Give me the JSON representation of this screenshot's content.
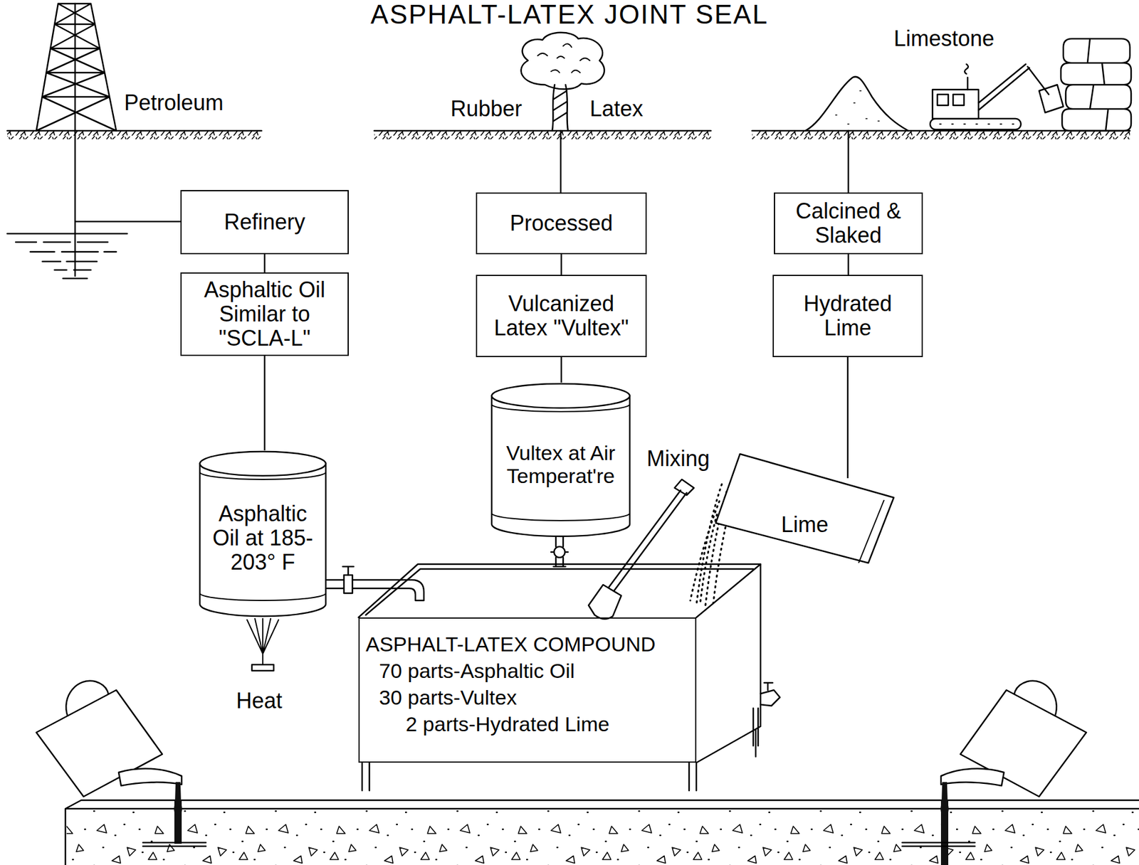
{
  "diagram": {
    "title": "ASPHALT-LATEX JOINT SEAL",
    "nodes": [
      {
        "text": [
          "Refinery"
        ]
      },
      {
        "text": [
          "Processed"
        ]
      },
      {
        "text": [
          "Calcined & Slaked"
        ]
      },
      {
        "text": [
          "Asphaltic Oil Similar to \"SCLA-L\""
        ]
      },
      {
        "text": [
          "Vulcanized Latex \"Vultex\""
        ]
      },
      {
        "text": [
          "Hydrated Lime"
        ]
      },
      {
        "text": [
          "Vultex at Air Temperat're"
        ]
      },
      {
        "text": [
          "Asphaltic Oil at 185-203° F"
        ]
      },
      {
        "text": [
          "Lime"
        ]
      },
      {
        "text": [
          "ASPHALT-LATEX COMPOUND",
          "70 parts-Asphaltic Oil",
          "30 parts-Vultex",
          "2 parts-Hydrated Lime"
        ]
      }
    ],
    "edges": [
      {
        "from": 0,
        "to": 3,
        "arrow": "none"
      },
      {
        "from": 1,
        "to": 4,
        "arrow": "none"
      },
      {
        "from": 2,
        "to": 5,
        "arrow": "none"
      },
      {
        "from": 3,
        "to": 7,
        "arrow": "none"
      },
      {
        "from": 4,
        "to": 6,
        "arrow": "none"
      },
      {
        "from": 5,
        "to": 8,
        "arrow": "none"
      }
    ],
    "labels": [
      "Petroleum",
      "Rubber",
      "Latex",
      "Limestone",
      "Mixing",
      "Heat"
    ]
  }
}
